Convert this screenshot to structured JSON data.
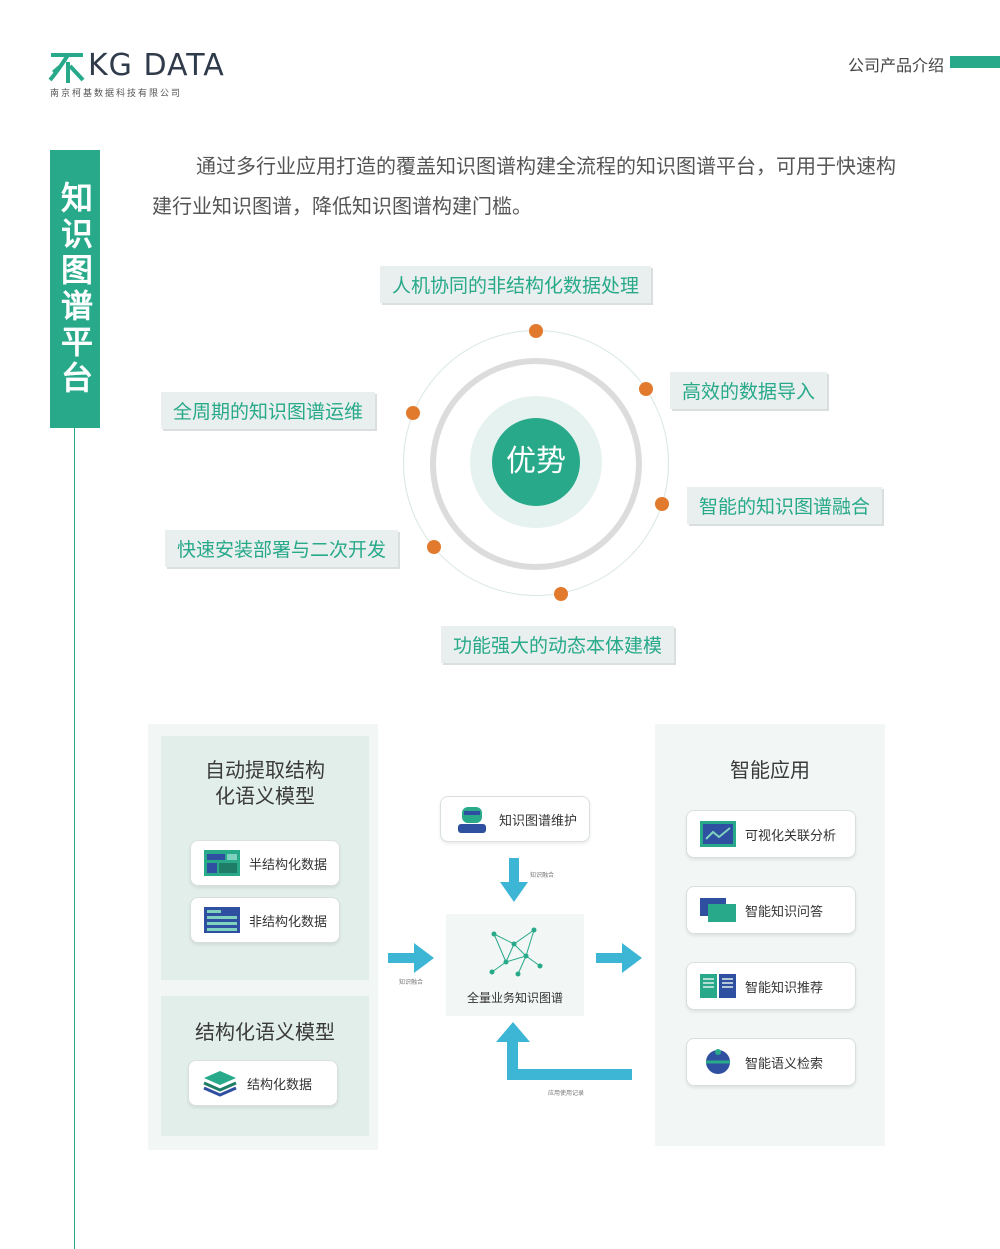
{
  "header": {
    "logo_text": "KG DATA",
    "company": "南京柯基数据科技有限公司",
    "section": "公司产品介绍"
  },
  "sidebar_title": "知识图谱平台",
  "intro": "通过多行业应用打造的覆盖知识图谱构建全流程的知识图谱平台，可用于快速构建行业知识图谱，降低知识图谱构建门槛。",
  "advantages": {
    "center": "优势",
    "items": [
      "人机协同的非结构化数据处理",
      "高效的数据导入",
      "智能的知识图谱融合",
      "功能强大的动态本体建模",
      "快速安装部署与二次开发",
      "全周期的知识图谱运维"
    ]
  },
  "flow": {
    "left_top_title": "自动提取结构化语义模型",
    "left_top_items": [
      "半结构化数据",
      "非结构化数据"
    ],
    "left_bottom_title": "结构化语义模型",
    "left_bottom_items": [
      "结构化数据"
    ],
    "maintenance": "知识图谱维护",
    "center": "全量业务知识图谱",
    "label_fusion_top": "知识融合",
    "label_fusion_left": "知识融合",
    "label_feedback": "应用使用记录",
    "right_title": "智能应用",
    "right_items": [
      "可视化关联分析",
      "智能知识问答",
      "智能知识推荐",
      "智能语义检索"
    ]
  },
  "colors": {
    "brand": "#27a98a",
    "accent_dot": "#e27a2d",
    "arrow": "#3db6d6"
  }
}
